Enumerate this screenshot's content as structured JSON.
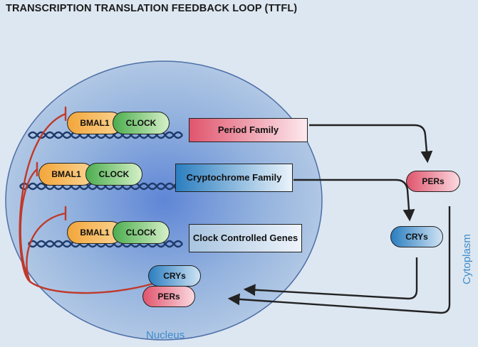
{
  "title": "TRANSCRIPTION TRANSLATION FEEDBACK LOOP (TTFL)",
  "compartments": {
    "nucleus": "Nucleus",
    "cytoplasm": "Cytoplasm"
  },
  "activators": {
    "bmal1": "BMAL1",
    "clock": "CLOCK"
  },
  "genes": {
    "period": "Period Family",
    "cryptochrome": "Cryptochrome Family",
    "clock_controlled": "Clock Controlled Genes"
  },
  "proteins": {
    "pers": "PERs",
    "crys": "CRYs"
  },
  "colors": {
    "background": "#dde7f1",
    "nucleus": "#8fb3dc",
    "dna": "#1f3b6b",
    "inhibition": "#c0392b",
    "arrow": "#222222",
    "bmal1": "#f3a63a",
    "clock": "#4cae4f",
    "per": "#e0556d",
    "cry": "#2b7ec0",
    "label_blue": "#3e8ac8"
  }
}
